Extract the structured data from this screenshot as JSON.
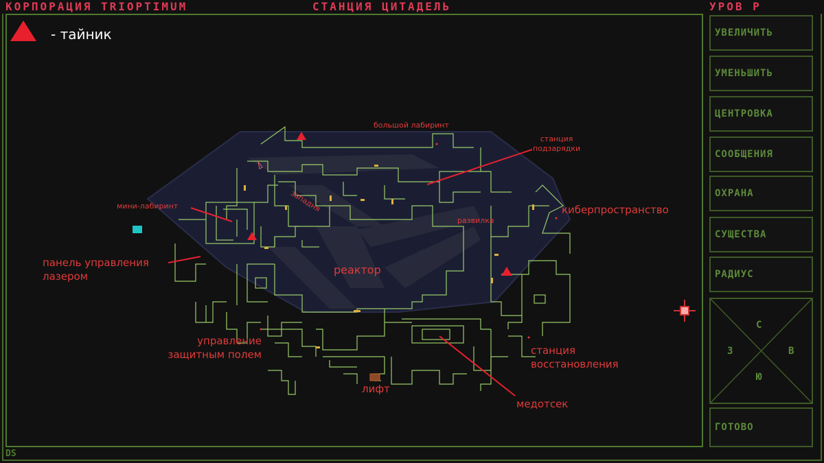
{
  "header": {
    "corp": "КОРПОРАЦИЯ TRIOPTIMUM",
    "station": "СТАНЦИЯ ЦИТАДЕЛЬ",
    "level": "УРОВ Р"
  },
  "legend": {
    "marker_text": "-  тайник",
    "marker_color": "#e8202e"
  },
  "sidebar": {
    "buttons": [
      "УВЕЛИЧИТЬ",
      "УМЕНЬШИТЬ",
      "ЦЕНТРОВКА",
      "СООБЩЕНИЯ",
      "ОХРАНА",
      "СУЩЕСТВА",
      "РАДИУС"
    ],
    "compass": {
      "north": "С",
      "south": "Ю",
      "west": "З",
      "east": "В"
    },
    "done": "ГОТОВО"
  },
  "map_labels": {
    "big_maze": "большой лабиринт",
    "charge_station": "станция\nподзарядки",
    "mini_maze": "мини-лабиринт",
    "ambush": "западня",
    "fork": "развилка",
    "cyberspace": "киберпространство",
    "laser_panel": "панель управления\nлазером",
    "reactor": "реактор",
    "shield_control": "управление\nзащитным полем",
    "lift": "лифт",
    "medbay": "медотсек",
    "restoration_station": "станция\nвосстановления"
  },
  "footer": {
    "tag": "DS"
  },
  "colors": {
    "accent": "#e03a56",
    "frame": "#4e7a2e",
    "walls": "#9acb6a",
    "label": "#e23a3a"
  }
}
